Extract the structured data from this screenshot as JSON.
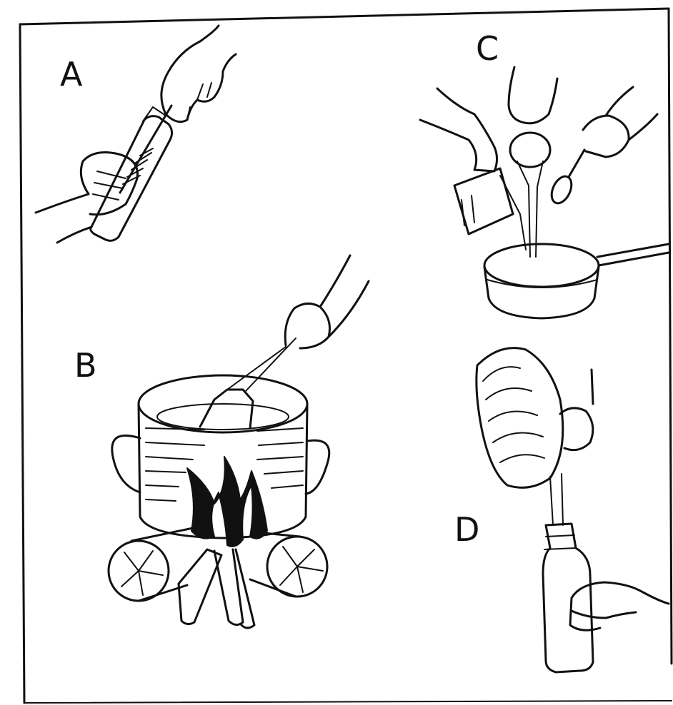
{
  "panels": [
    {
      "id": "A",
      "label": "A"
    },
    {
      "id": "B",
      "label": "B"
    },
    {
      "id": "C",
      "label": "C"
    },
    {
      "id": "D",
      "label": "D"
    }
  ],
  "colors": {
    "ink": "#111111",
    "paper": "#ffffff"
  }
}
